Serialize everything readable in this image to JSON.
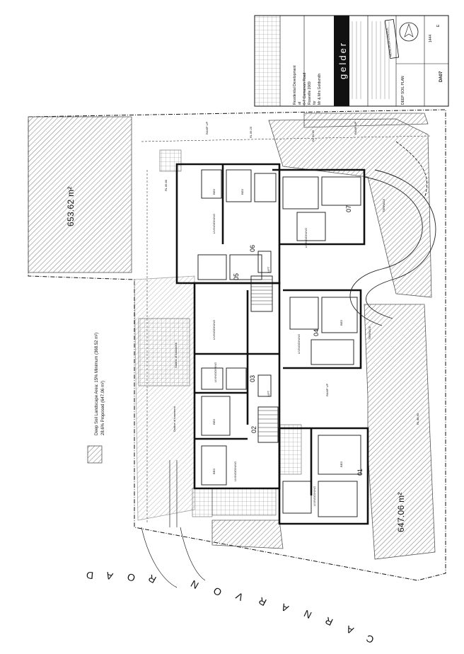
{
  "title_block": {
    "project_lines": [
      "Residential Development",
      "at",
      "6-7 Carnarvon Road",
      "Roseville 2069",
      "for",
      "Mr & Mrs Goldsmith"
    ],
    "firm": "gelder",
    "drawing_title": "DEEP SOIL PLAN",
    "drawing_no": "DA07",
    "job_no": "1444",
    "revision": "E",
    "stamp": "ROSEVILLE COUNCIL"
  },
  "legend": {
    "line1": "Deep Soil Landscape Area: 15% Minimum (368.52 m²)",
    "line2": "28.6% Proposed (647.06 m²)"
  },
  "areas": {
    "top": "653.62 m²",
    "bottom": "647.06 m²"
  },
  "road_letters": [
    "C",
    "A",
    "R",
    "N",
    "A",
    "R",
    "V",
    "O",
    "N",
    "R",
    "O",
    "A",
    "D"
  ],
  "units": [
    "01",
    "02",
    "03",
    "04",
    "05",
    "06",
    "07"
  ],
  "labels": {
    "ramp_up": "RAMP UP",
    "living": "LIVING/DINING",
    "bed": "BED",
    "terrace": "TERRACE",
    "lift": "LIFT",
    "outline": "Outline of basement",
    "rl1": "RL 89.80",
    "rl2": "RL 89.25",
    "rl3": "RL 90.95",
    "rl4": "RL 88.60"
  },
  "colors": {
    "ink": "#111111",
    "hatch": "#555555",
    "paper": "#ffffff"
  }
}
